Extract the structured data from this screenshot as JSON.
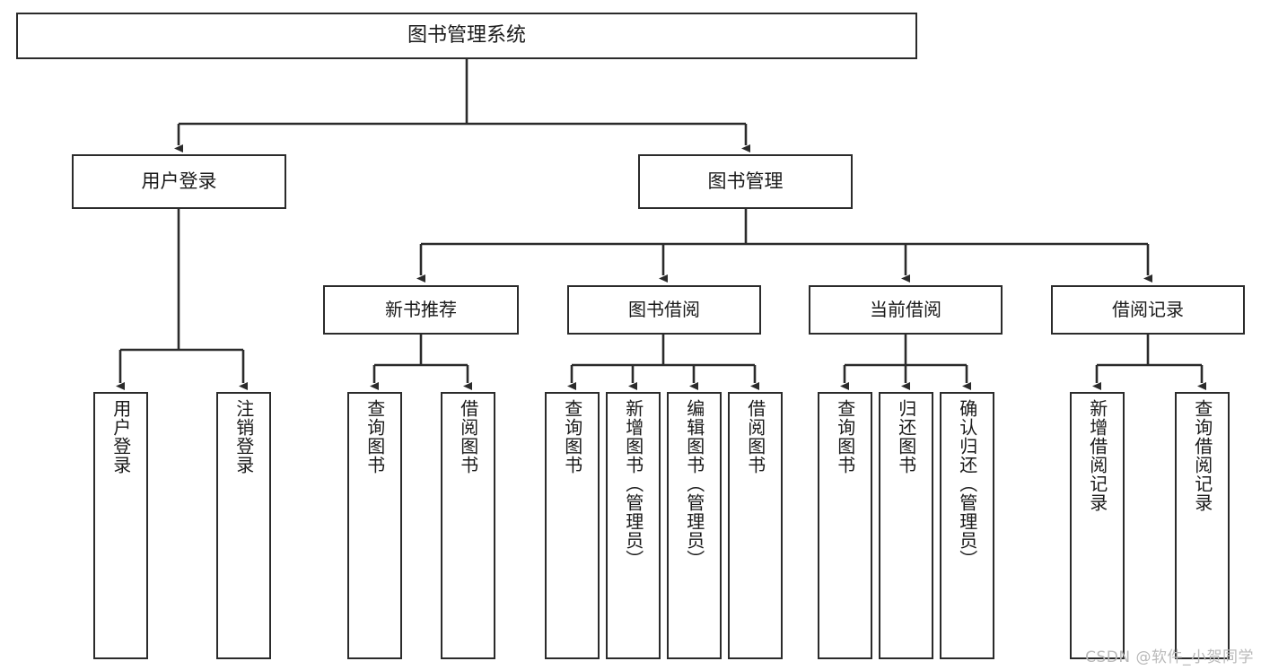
{
  "diagram": {
    "type": "tree-hierarchy-chart",
    "title": "图书管理系统",
    "orientation": "top-down",
    "line_color": "#2b2b2b",
    "box_fill": "#ffffff",
    "text_color": "#1a1a1a"
  },
  "nodes": {
    "root": {
      "label": "图书管理系统"
    },
    "level1": [
      {
        "label": "用户登录"
      },
      {
        "label": "图书管理"
      }
    ],
    "level2": [
      {
        "label": "新书推荐"
      },
      {
        "label": "图书借阅"
      },
      {
        "label": "当前借阅"
      },
      {
        "label": "借阅记录"
      }
    ],
    "leaves": {
      "user_login": [
        {
          "label": "用户登录"
        },
        {
          "label": "注销登录"
        }
      ],
      "new_book_recommend": [
        {
          "label": "查询图书"
        },
        {
          "label": "借阅图书"
        }
      ],
      "book_borrow": [
        {
          "label": "查询图书"
        },
        {
          "label": "新增图书（管理员）"
        },
        {
          "label": "编辑图书（管理员）"
        },
        {
          "label": "借阅图书"
        }
      ],
      "current_borrow": [
        {
          "label": "查询图书"
        },
        {
          "label": "归还图书"
        },
        {
          "label": "确认归还（管理员）"
        }
      ],
      "borrow_record": [
        {
          "label": "新增借阅记录"
        },
        {
          "label": "查询借阅记录"
        }
      ]
    }
  },
  "watermark": {
    "text": "CSDN @软件_小贺同学"
  }
}
